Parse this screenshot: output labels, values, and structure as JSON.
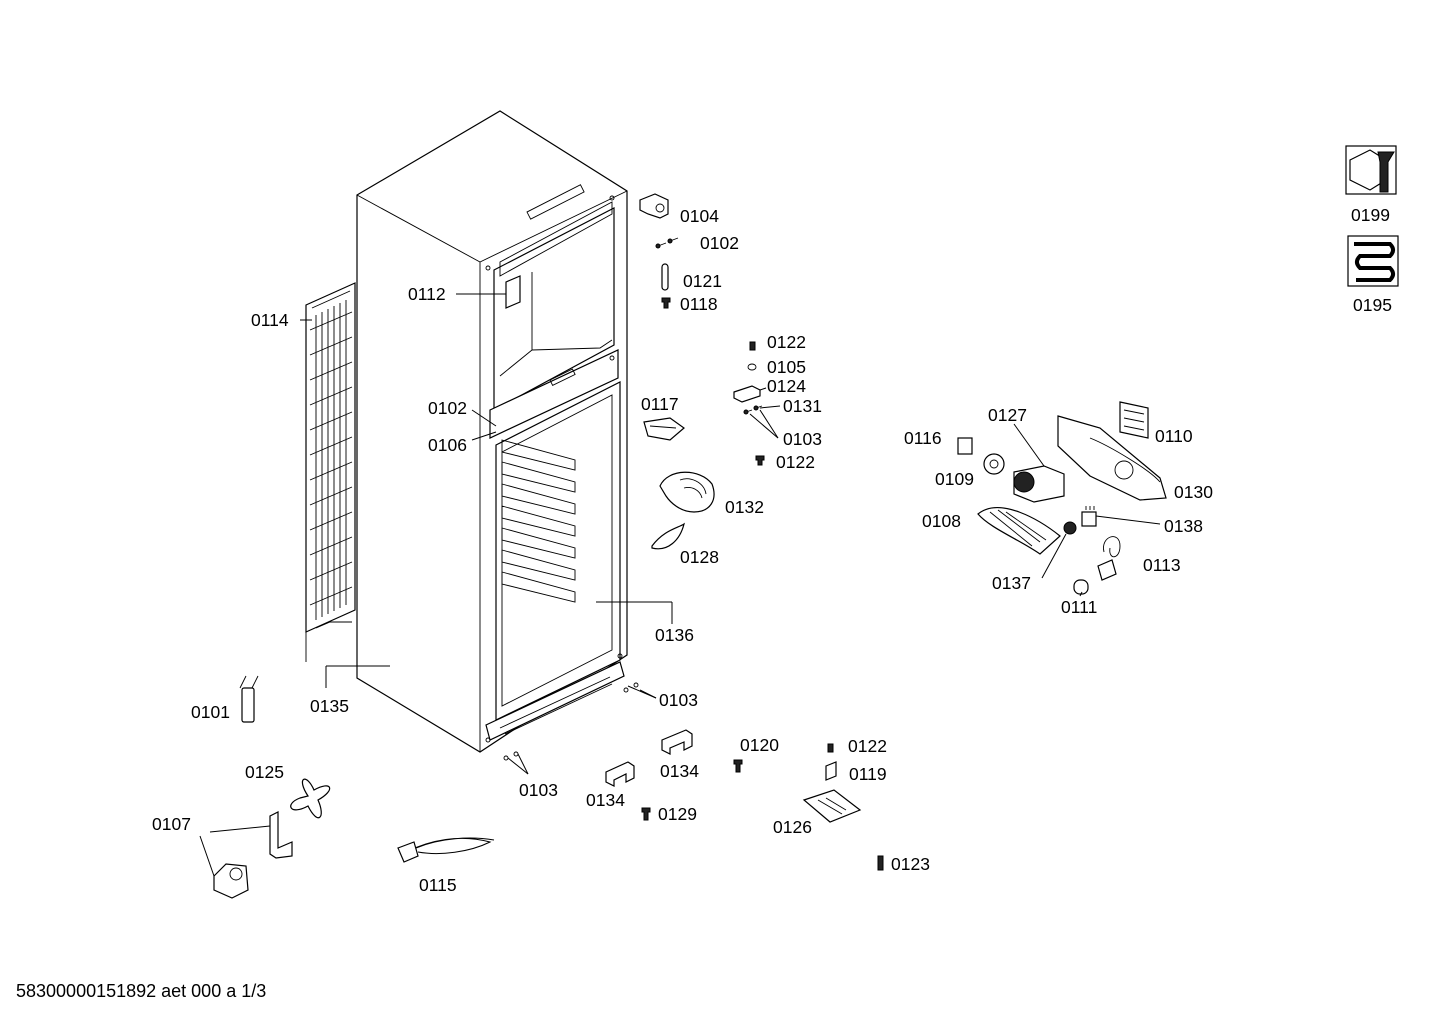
{
  "footer": "58300000151892 aet 000 a 1/3",
  "labels": {
    "l0104": "0104",
    "l0102a": "0102",
    "l0121": "0121",
    "l0118": "0118",
    "l0112": "0112",
    "l0114": "0114",
    "l0122a": "0122",
    "l0105": "0105",
    "l0124": "0124",
    "l0131": "0131",
    "l0103a": "0103",
    "l0122b": "0122",
    "l0117": "0117",
    "l0102b": "0102",
    "l0106": "0106",
    "l0132": "0132",
    "l0128": "0128",
    "l0136": "0136",
    "l0135": "0135",
    "l0101": "0101",
    "l0103b": "0103",
    "l0103c": "0103",
    "l0134a": "0134",
    "l0134b": "0134",
    "l0120": "0120",
    "l0122c": "0122",
    "l0119": "0119",
    "l0129": "0129",
    "l0126": "0126",
    "l0123": "0123",
    "l0125": "0125",
    "l0107": "0107",
    "l0115": "0115",
    "l0116": "0116",
    "l0127": "0127",
    "l0110": "0110",
    "l0109": "0109",
    "l0130": "0130",
    "l0108": "0108",
    "l0138": "0138",
    "l0137": "0137",
    "l0113": "0113",
    "l0111": "0111",
    "l0199": "0199",
    "l0195": "0195"
  },
  "icons": {
    "service": "wrench-nut-icon",
    "refrigerant": "coil-icon"
  }
}
